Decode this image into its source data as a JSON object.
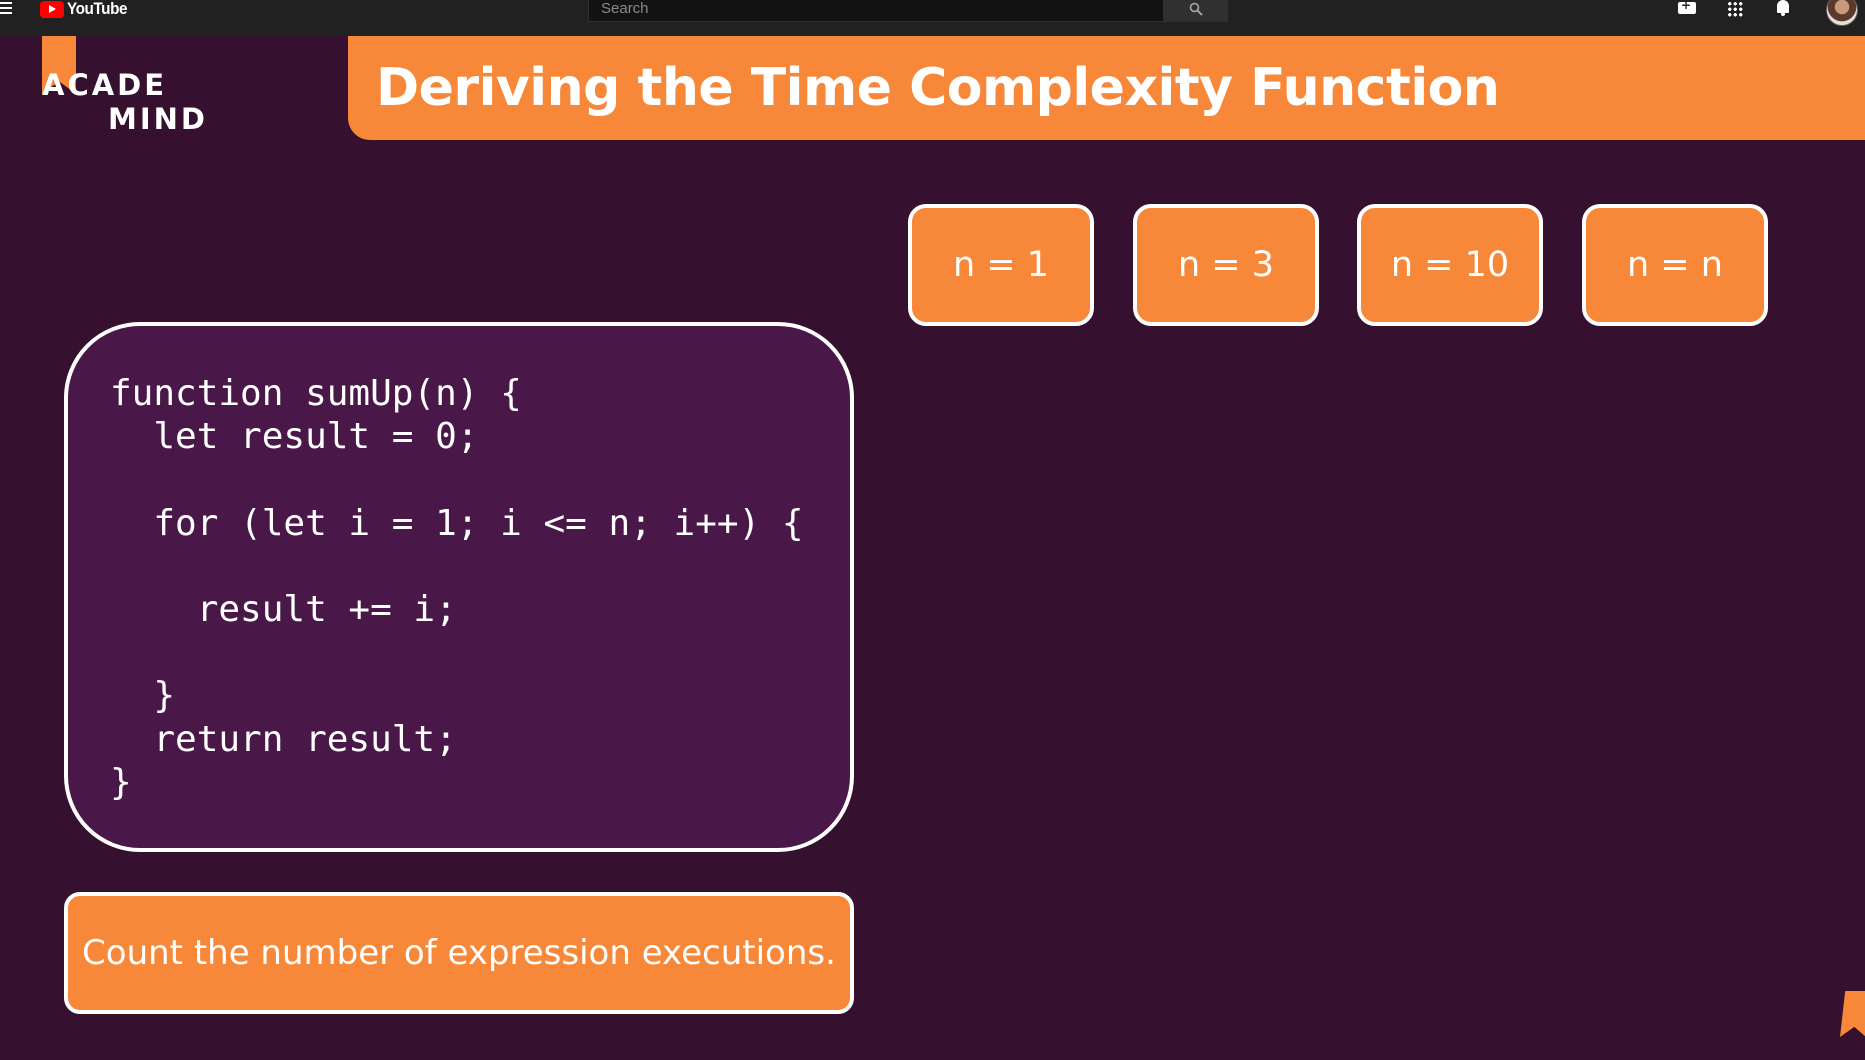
{
  "youtube": {
    "logo_text": "YouTube",
    "search_placeholder": "Search",
    "icons": [
      "menu-icon",
      "search-icon",
      "create-video-icon",
      "apps-grid-icon",
      "notifications-bell-icon",
      "account-avatar"
    ]
  },
  "slide": {
    "logo": {
      "line1": "ACADE",
      "line2": "MIND"
    },
    "title": "Deriving the Time Complexity Function",
    "n_values": [
      "n = 1",
      "n = 3",
      "n = 10",
      "n = n"
    ],
    "code": {
      "lines": [
        "function sumUp(n) {",
        "  let result = 0;",
        "",
        "  for (let i = 1; i <= n; i++) {",
        "",
        "    result += i;",
        "",
        "  }",
        "  return result;",
        "}"
      ]
    },
    "hint": "Count the number of expression executions."
  },
  "colors": {
    "topbar_bg": "#212121",
    "slide_bg": "#35112f",
    "code_bg": "#4a1848",
    "accent_orange": "#f7883a",
    "youtube_red": "#ff0000"
  }
}
